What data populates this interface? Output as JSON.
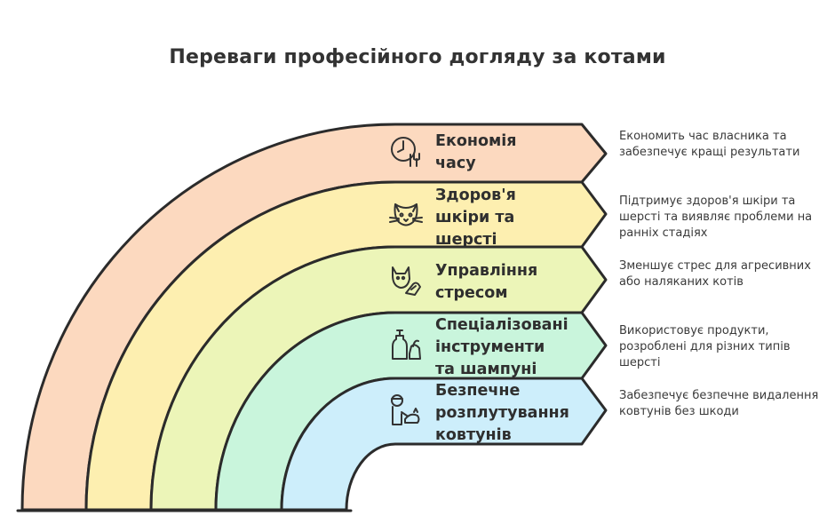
{
  "title": "Переваги професійного догляду за котами",
  "bands": [
    {
      "label": "Економія\nчасу",
      "description": "Економить час власника та забезпечує кращі результати",
      "color": "#fcd9bf",
      "icon": "clock-tools-icon"
    },
    {
      "label": "Здоров'я\nшкіри та\nшерсті",
      "description": "Підтримує здоров'я шкіри та шерсті та виявляє проблеми на ранніх стадіях",
      "color": "#fdefb0",
      "icon": "cat-face-icon"
    },
    {
      "label": "Управління\nстресом",
      "description": "Зменшує стрес для агресивних або наляканих котів",
      "color": "#ecf5b8",
      "icon": "calm-cat-hand-icon"
    },
    {
      "label": "Спеціалізовані\nінструменти\nта шампуні",
      "description": "Використовує продукти, розроблені для різних типів шерсті",
      "color": "#c9f5dc",
      "icon": "shampoo-bottle-icon"
    },
    {
      "label": "Безпечне\nрозплутування\nковтунів",
      "description": "Забезпечує безпечне видалення ковтунів без шкоди",
      "color": "#cdeefb",
      "icon": "groomer-icon"
    }
  ]
}
